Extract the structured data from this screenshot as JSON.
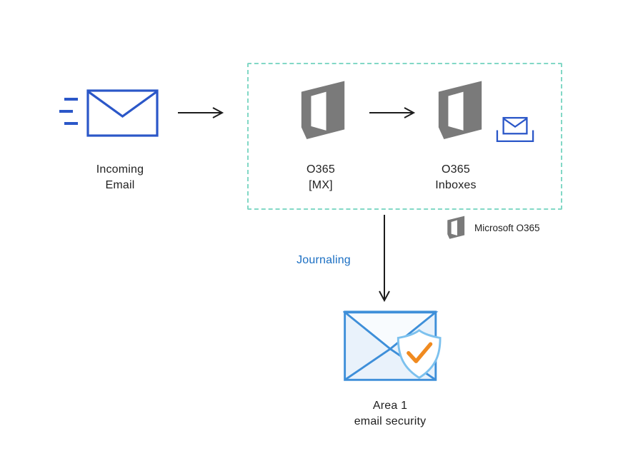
{
  "nodes": {
    "incoming_email": {
      "line1": "Incoming",
      "line2": "Email"
    },
    "o365_mx": {
      "line1": "O365",
      "line2": "[MX]"
    },
    "o365_inboxes": {
      "line1": "O365",
      "line2": "Inboxes"
    },
    "area1": {
      "line1": "Area 1",
      "line2": "email security"
    }
  },
  "labels": {
    "journaling": "Journaling",
    "legend_microsoft_o365": "Microsoft O365"
  },
  "icons": {
    "incoming_email": "envelope-with-speed-lines-icon",
    "o365_mx": "office365-logo-icon",
    "o365_inboxes": "office365-logo-icon, inbox-envelope-icon",
    "legend": "office365-logo-icon",
    "area1": "envelope-shield-check-icon",
    "connectors": "arrow-right-icon, arrow-down-icon"
  },
  "colors": {
    "envelope_blue": "#2b57c8",
    "office_gray": "#7a7a7a",
    "dashed_teal": "#82d8c6",
    "journaling_blue": "#1b6fc3",
    "arrow_black": "#1c1c1c",
    "area1_envelope_stroke": "#3e8fd9",
    "area1_envelope_fill": "#e9f2fb",
    "area1_flap_fill": "#f8fbfe",
    "shield_stroke": "#7cc1ee",
    "check_orange": "#f08a1f",
    "text_dark": "#1f1f1f"
  }
}
